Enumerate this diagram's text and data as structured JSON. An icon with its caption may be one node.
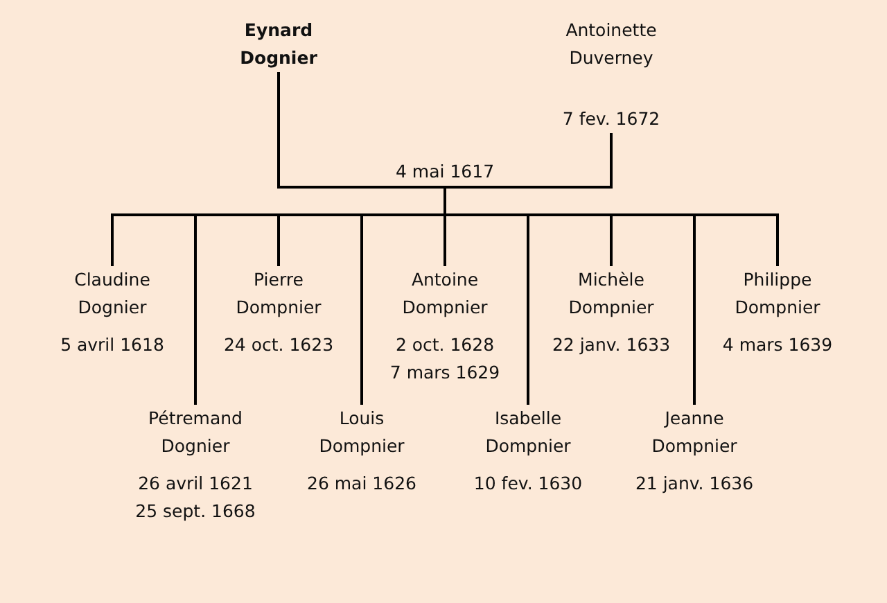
{
  "diagram": {
    "nodes": [
      {
        "text": [
          "Eynard Dognier"
        ]
      },
      {
        "text": [
          "Antoinette Duverney",
          "7 fev. 1672"
        ]
      },
      {
        "text": [
          "Claudine Dognier",
          "5 avril 1618"
        ]
      },
      {
        "text": [
          "Pétremand Dognier",
          "26 avril 1621",
          "25 sept. 1668"
        ]
      },
      {
        "text": [
          "Pierre Dompnier",
          "24 oct. 1623"
        ]
      },
      {
        "text": [
          "Louis Dompnier",
          "26 mai 1626"
        ]
      },
      {
        "text": [
          "Antoine Dompnier",
          "2 oct. 1628",
          "7 mars 1629"
        ]
      },
      {
        "text": [
          "Isabelle Dompnier",
          "10 fev. 1630"
        ]
      },
      {
        "text": [
          "Michèle Dompnier",
          "22 janv. 1633"
        ]
      },
      {
        "text": [
          "Jeanne Dompnier",
          "21 janv. 1636"
        ]
      },
      {
        "text": [
          "Philippe Dompnier",
          "4 mars 1639"
        ]
      }
    ],
    "edges": [
      {
        "from": 0,
        "to": 1,
        "arrow": "none",
        "label": "4 mai 1617"
      },
      {
        "from": 0,
        "to": 2,
        "arrow": "none"
      },
      {
        "from": 1,
        "to": 2,
        "arrow": "none"
      },
      {
        "from": 0,
        "to": 3,
        "arrow": "none"
      },
      {
        "from": 1,
        "to": 3,
        "arrow": "none"
      },
      {
        "from": 0,
        "to": 4,
        "arrow": "none"
      },
      {
        "from": 1,
        "to": 4,
        "arrow": "none"
      },
      {
        "from": 0,
        "to": 5,
        "arrow": "none"
      },
      {
        "from": 1,
        "to": 5,
        "arrow": "none"
      },
      {
        "from": 0,
        "to": 6,
        "arrow": "none"
      },
      {
        "from": 1,
        "to": 6,
        "arrow": "none"
      },
      {
        "from": 0,
        "to": 7,
        "arrow": "none"
      },
      {
        "from": 1,
        "to": 7,
        "arrow": "none"
      },
      {
        "from": 0,
        "to": 8,
        "arrow": "none"
      },
      {
        "from": 1,
        "to": 8,
        "arrow": "none"
      },
      {
        "from": 0,
        "to": 9,
        "arrow": "none"
      },
      {
        "from": 1,
        "to": 9,
        "arrow": "none"
      },
      {
        "from": 0,
        "to": 10,
        "arrow": "none"
      },
      {
        "from": 1,
        "to": 10,
        "arrow": "none"
      }
    ]
  }
}
